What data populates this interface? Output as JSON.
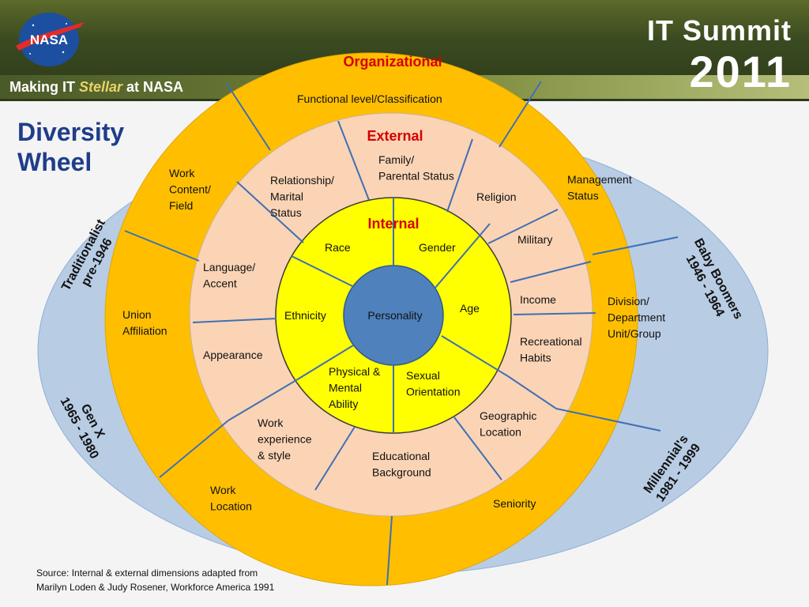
{
  "header": {
    "logo_text": "NASA",
    "tagline_pre": "Making IT ",
    "tagline_stellar": "Stellar",
    "tagline_post": " at NASA",
    "summit_title": "IT Summit",
    "summit_year": "2011"
  },
  "slide_title": "Diversity\nWheel",
  "wheel": {
    "headers": {
      "organizational": "Organizational",
      "external": "External",
      "internal": "Internal"
    },
    "personality": "Personality",
    "internal_items": [
      "Race",
      "Gender",
      "Age",
      "Ethnicity",
      "Physical &\nMental\nAbility",
      "Sexual\nOrientation"
    ],
    "external_items": [
      "Family/\nParental Status",
      "Relationship/\nMarital\nStatus",
      "Religion",
      "Military",
      "Income",
      "Recreational\nHabits",
      "Geographic\nLocation",
      "Educational\nBackground",
      "Work\nexperience\n& style",
      "Appearance",
      "Language/\nAccent"
    ],
    "organizational_items": [
      "Functional level/Classification",
      "Work\nContent/\nField",
      "Management\nStatus",
      "Division/\nDepartment\nUnit/Group",
      "Union\nAffiliation",
      "Work\nLocation",
      "Seniority"
    ],
    "generations": [
      {
        "name": "Traditionalist",
        "years": "pre-1946"
      },
      {
        "name": "Baby Boomers",
        "years": "1946 - 1964"
      },
      {
        "name": "Gen X",
        "years": "1965 - 1980"
      },
      {
        "name": "Millennial's",
        "years": "1981 - 1999"
      }
    ]
  },
  "source": "Source: Internal & external dimensions adapted from\nMarilyn Loden & Judy Rosener,  Workforce America 1991",
  "colors": {
    "organizational": "#ffbf00",
    "external": "#fad4b5",
    "internal": "#ffff00",
    "core": "#4f81bd",
    "ellipse": "#b8cce4",
    "title": "#1f3d8a",
    "header_red": "#d40000"
  }
}
